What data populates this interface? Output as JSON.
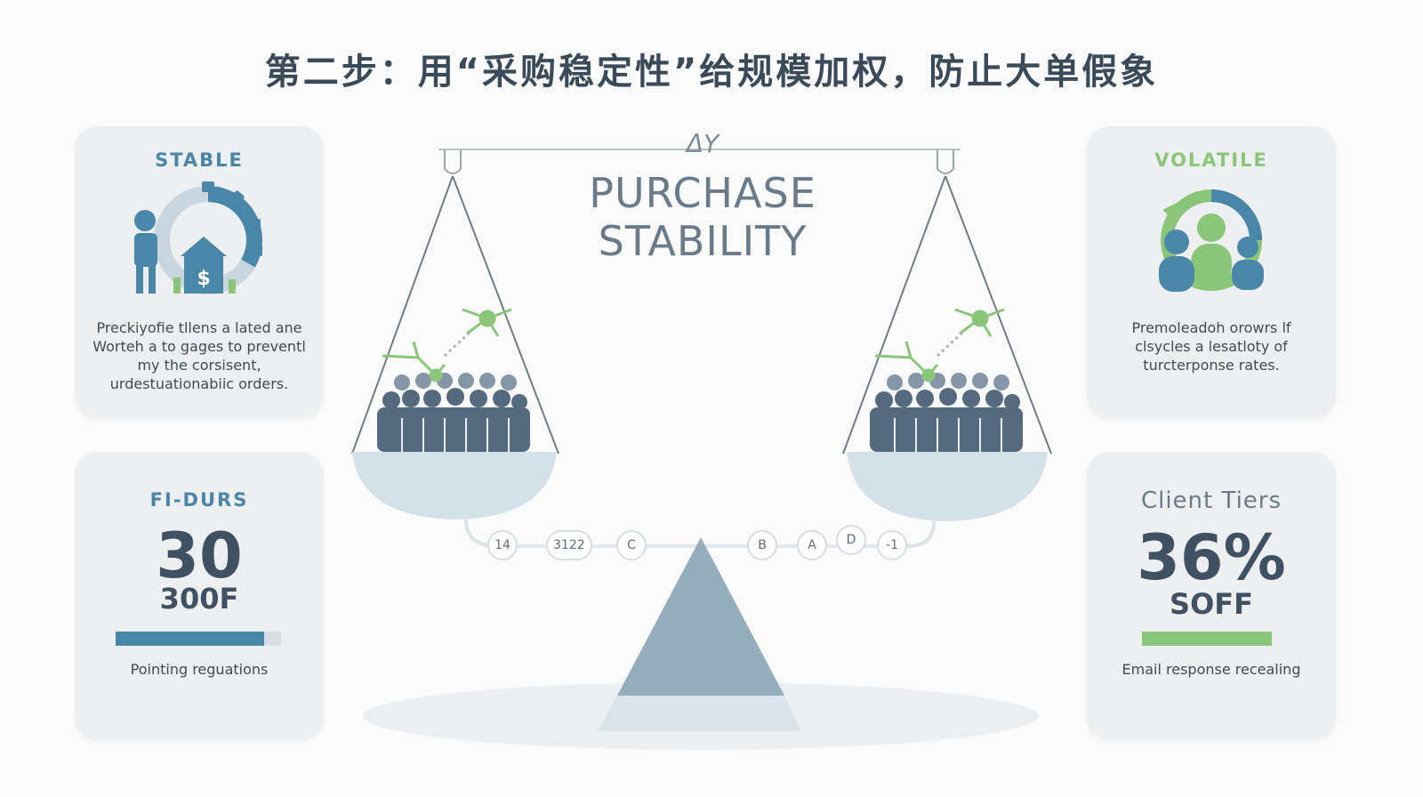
{
  "title": "第二步：用“采购稳定性”给规模加权，防止大单假象",
  "scale": {
    "title": "PURCHASE STABILITY",
    "top_mark": "ΔY",
    "tiers_left": [
      "14",
      "3122",
      "C"
    ],
    "tiers_right": [
      "B",
      "A",
      "D",
      "-1"
    ]
  },
  "cards": {
    "stable": {
      "label": "STABLE",
      "desc": "Preckiyofie tllens a lated ane Worteh a to gages to preventl my the corsisent, urdestuationabiic orders.",
      "icon": "person-house-gear-icon"
    },
    "volatile": {
      "label": "VOLATILE",
      "desc": "Premoleadoh orowrs lf clsycles a lesatloty of turcterponse rates.",
      "icon": "people-cycle-icon"
    },
    "fi_durs": {
      "label": "FI-DURS",
      "big": "30",
      "sub": "300F",
      "caption": "Pointing reguations",
      "bar_fill": 0.9
    },
    "client_tiers": {
      "label": "Client Tiers",
      "big": "36%",
      "sub": "SOFF",
      "caption": "Email response recealing",
      "bar_fill": 1.0
    }
  },
  "colors": {
    "blue": "#4a86a8",
    "green": "#8bc57a",
    "slate": "#4f6173",
    "pan": "#d5e1e8",
    "fulcrum": "#94aebd"
  }
}
